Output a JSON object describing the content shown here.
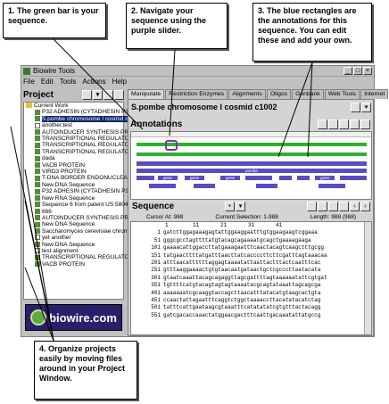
{
  "callouts": {
    "c1": "1. The green bar is your sequence.",
    "c2": "2. Navigate your sequence using the purple slider.",
    "c3": "3. The blue rectangles are the annotations for this sequence. You can edit these and add your own.",
    "c4": "4. Organize projects easily by moving files around in your Project Window."
  },
  "window": {
    "title": "Biowire Tools",
    "menu": [
      "File",
      "Edit",
      "Tools",
      "Actions",
      "Help"
    ]
  },
  "project": {
    "title": "Project",
    "items": [
      {
        "label": "Current Work",
        "kind": "folder"
      },
      {
        "label": "P32 ADHESIN (CYTADHESIN P32",
        "kind": "seq"
      },
      {
        "label": "S.pombe chromosome I cosmid c",
        "kind": "seq",
        "selected": true
      },
      {
        "label": "another.test",
        "kind": "doc"
      },
      {
        "label": "AUTOINDUCER SYNTHESIS PRO",
        "kind": "seq"
      },
      {
        "label": "TRANSCRIPTIONAL REGULATOR",
        "kind": "seq"
      },
      {
        "label": "TRANSCRIPTIONAL REGULATOR",
        "kind": "seq"
      },
      {
        "label": "TRANSCRIPTIONAL REGULATOR",
        "kind": "seq"
      },
      {
        "label": "dada",
        "kind": "seq"
      },
      {
        "label": "VACB PROTEIN",
        "kind": "seq"
      },
      {
        "label": "VIRD3 PROTEIN",
        "kind": "seq"
      },
      {
        "label": "T-DNA BORDER ENDONUCLEAS",
        "kind": "seq"
      },
      {
        "label": "New DNA Sequence",
        "kind": "seq"
      },
      {
        "label": "P32 ADHESIN (CYTADHESIN P32",
        "kind": "seq"
      },
      {
        "label": "New RNA Sequence",
        "kind": "seq"
      },
      {
        "label": "Sequence 6 from patent US 5804",
        "kind": "seq"
      },
      {
        "label": "666",
        "kind": "seq"
      },
      {
        "label": "AUTOINDUCER SYNTHESIS PRO",
        "kind": "seq"
      },
      {
        "label": "New DNA Sequence",
        "kind": "seq"
      },
      {
        "label": "Saccharomyces cerevisiae chrom",
        "kind": "seq"
      },
      {
        "label": "yet another",
        "kind": "doc"
      },
      {
        "label": "New DNA Sequence",
        "kind": "seq"
      },
      {
        "label": "test alignment",
        "kind": "doc"
      },
      {
        "label": "TRANSCRIPTIONAL REGULATOR",
        "kind": "seq"
      },
      {
        "label": "VACB PROTEIN",
        "kind": "seq"
      }
    ],
    "logo_text": "biowire.com"
  },
  "tabs": [
    "Manipulate",
    "Restriction Enzymes",
    "Alignments",
    "Oligos",
    "Genbank",
    "Web Tools",
    "Internet"
  ],
  "main": {
    "seq_title": "S.pombe chromosome I cosmid c1002",
    "annotations_label": "Annotations",
    "annotation_boxes": [
      "pombe",
      "gene",
      "gene",
      "gene",
      "gene"
    ],
    "sequence_label": "Sequence",
    "cursor_at": "Cursor At: 988",
    "current_selection": "Current Selection:  1-988",
    "length": "Length: 988 (988)",
    "col_ruler": [
      "1",
      "11",
      "21",
      "31",
      "41"
    ],
    "rows": [
      {
        "n": "1",
        "s": "gatcttggagaaagagtattggaaggaatttgtggaagaagtcggaaa"
      },
      {
        "n": "51",
        "s": "gggcgcctagttttatgtacagcagaaaatgcagctgaaaagaaga"
      },
      {
        "n": "101",
        "s": "gaaaacattggaccttatgaaagaatttcaactacagtcaagctttgcgg"
      },
      {
        "n": "151",
        "s": "tatgaacttttatgatttaacttatcaccccttcttcgatttagtaaacaa"
      },
      {
        "n": "201",
        "s": "atttaacattttttaggagtaaaatattaattactttactcaatttcac"
      },
      {
        "n": "251",
        "s": "gtttaaggaaaactgtgtaacaatgataactgctcgcccttaatacata"
      },
      {
        "n": "301",
        "s": "gtaatcaaattacagcagaggttagcgattttagtaaaaaatattcgtgat"
      },
      {
        "n": "351",
        "s": "tgttttcatgtacagtagtagtaaaatacgcagtataaattagcagcga"
      },
      {
        "n": "401",
        "s": "aaaaaaatcgcaaggtaccagcttaacatttatacatgtaagcactgta"
      },
      {
        "n": "451",
        "s": "ccaactattagaatttcaggtctggctaaaaccttacatatacatctag"
      },
      {
        "n": "501",
        "s": "tatttcattgaataagcgtaaatttcatatatatcgtgtttactacagg"
      },
      {
        "n": "551",
        "s": "gatcgacaccaaactatggaacgactttcaattgacaaatattatgccg"
      }
    ]
  }
}
